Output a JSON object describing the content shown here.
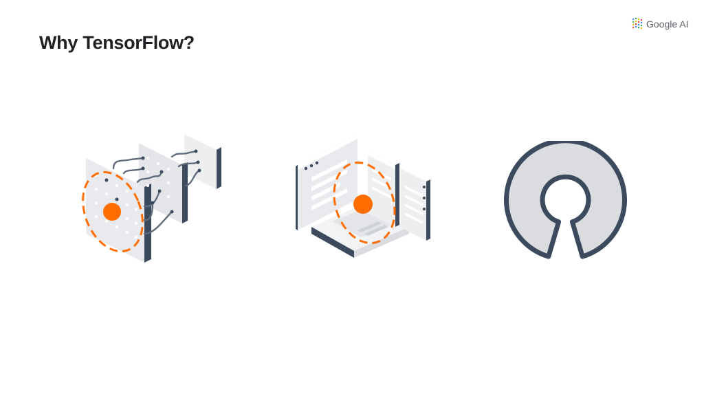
{
  "slide": {
    "title": "Why TensorFlow?",
    "brand": {
      "text": "Google AI",
      "logo_icon": "google-ai-dots-logo"
    }
  },
  "illustrations": [
    {
      "name": "neural-network-layers-illustration",
      "icon": "neural-network-layers-icon"
    },
    {
      "name": "code-windows-illustration",
      "icon": "code-editor-windows-icon"
    },
    {
      "name": "open-source-logo-illustration",
      "icon": "open-source-keyhole-icon"
    }
  ],
  "colors": {
    "accent": "#ff6d00",
    "navy": "#3c4a5e",
    "panel_light": "#ececec",
    "panel_mid": "#dadce0",
    "title_text": "#202124",
    "brand_text": "#5f6368"
  }
}
